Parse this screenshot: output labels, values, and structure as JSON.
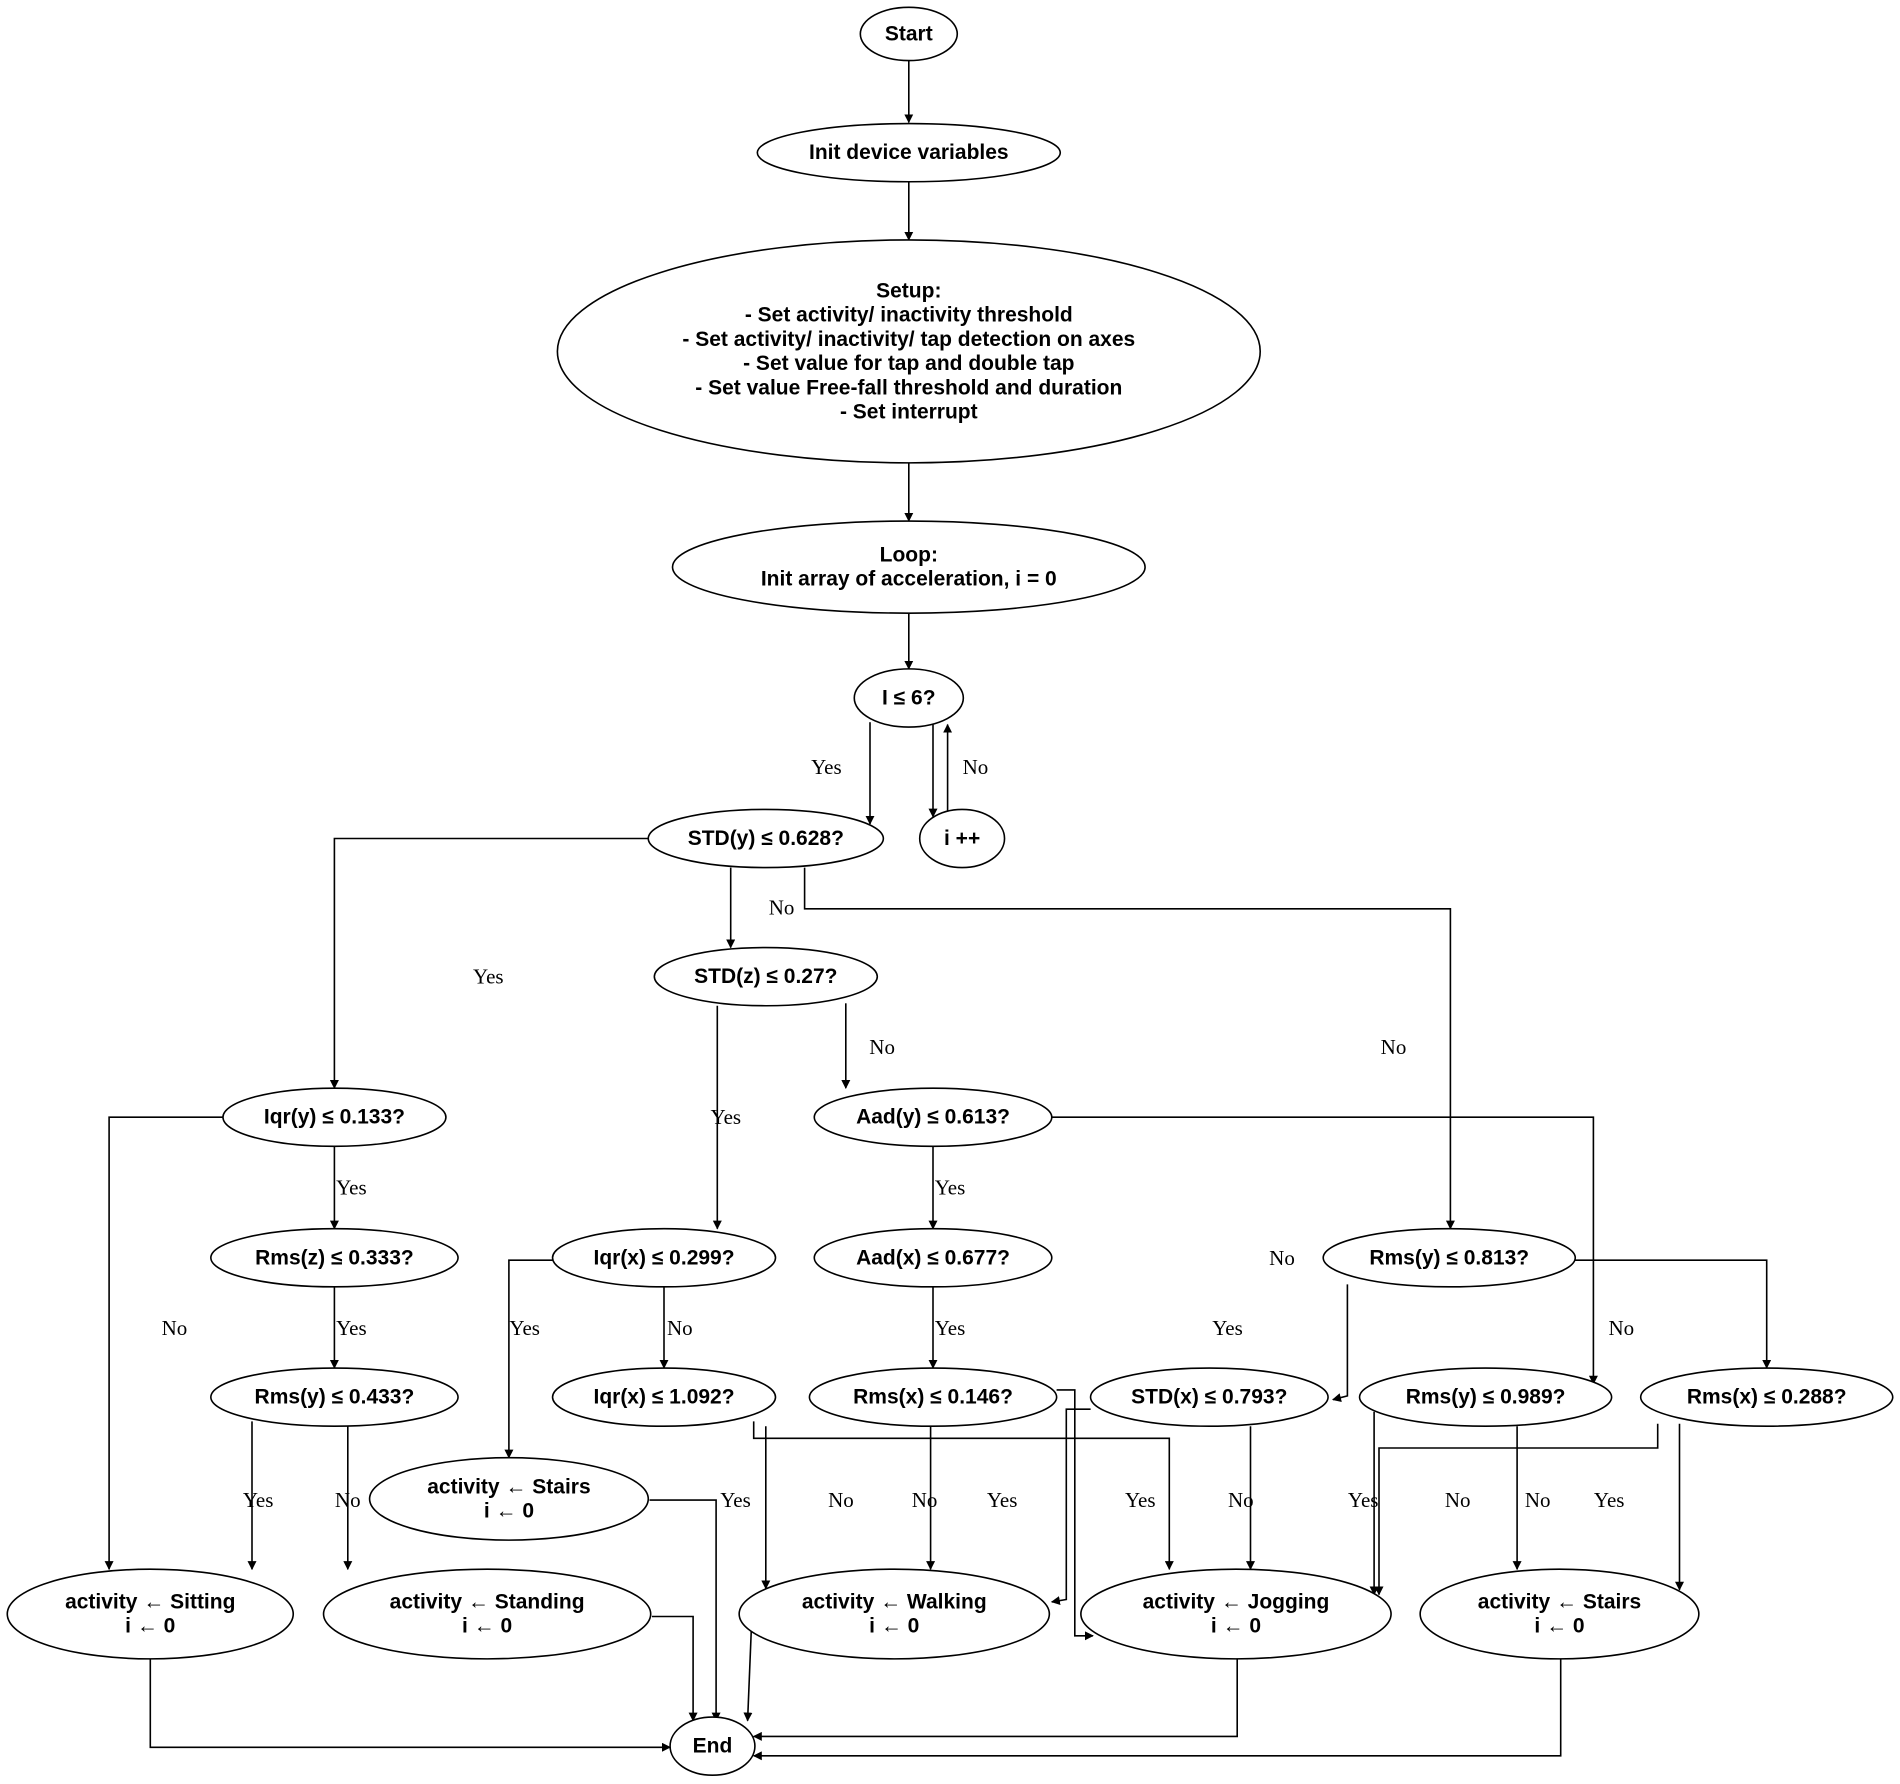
{
  "diagram": {
    "nodes": {
      "start": [
        "Start"
      ],
      "init": [
        "Init device variables"
      ],
      "setup": [
        "Setup:",
        "- Set activity/ inactivity threshold",
        "- Set activity/ inactivity/ tap detection on axes",
        "- Set value for tap and double tap",
        "- Set value Free-fall threshold and duration",
        "- Set interrupt"
      ],
      "loop": [
        "Loop:",
        "Init array of acceleration, i = 0"
      ],
      "cond_i": [
        "I ≤ 6?"
      ],
      "inc_i": [
        "i ++"
      ],
      "std_y": [
        "STD(y) ≤ 0.628?"
      ],
      "std_z": [
        "STD(z) ≤ 0.27?"
      ],
      "iqr_y": [
        "Iqr(y) ≤ 0.133?"
      ],
      "aad_y": [
        "Aad(y) ≤ 0.613?"
      ],
      "rms_z": [
        "Rms(z) ≤ 0.333?"
      ],
      "iqr_x1": [
        "Iqr(x) ≤ 0.299?"
      ],
      "aad_x": [
        "Aad(x) ≤ 0.677?"
      ],
      "rms_y1": [
        "Rms(y) ≤ 0.813?"
      ],
      "rms_y2": [
        "Rms(y) ≤ 0.433?"
      ],
      "iqr_x2": [
        "Iqr(x) ≤ 1.092?"
      ],
      "rms_x1": [
        "Rms(x) ≤ 0.146?"
      ],
      "std_x": [
        "STD(x) ≤ 0.793?"
      ],
      "rms_y3": [
        "Rms(y) ≤ 0.989?"
      ],
      "rms_x2": [
        "Rms(x) ≤ 0.288?"
      ],
      "act_stairs1": [
        "activity ← Stairs",
        "i ← 0"
      ],
      "act_sitting": [
        "activity ← Sitting",
        "i ← 0"
      ],
      "act_standing": [
        "activity ← Standing",
        "i ← 0"
      ],
      "act_walking": [
        "activity ← Walking",
        "i ← 0"
      ],
      "act_jogging": [
        "activity ← Jogging",
        "i ← 0"
      ],
      "act_stairs2": [
        "activity ← Stairs",
        "i ← 0"
      ],
      "end": [
        "End"
      ]
    },
    "edge_labels": {
      "cond_yes": "Yes",
      "cond_no": "No",
      "std_y_yes": "Yes",
      "std_y_no1": "No",
      "std_y_no2": "No",
      "std_z_yes": "Yes",
      "std_z_no": "No",
      "iqr_y_yes": "Yes",
      "iqr_y_no": "No",
      "aad_y_yes": "Yes",
      "rms_z_yes": "Yes",
      "iqr_x1_yes": "Yes",
      "iqr_x1_no": "No",
      "aad_x_yes": "Yes",
      "rms_y1_no1": "No",
      "rms_y1_yes": "Yes",
      "rms_y1_no2": "No",
      "rms_y2_yes": "Yes",
      "rms_y2_no": "No",
      "iqr_x2_yes": "Yes",
      "iqr_x2_no": "No",
      "rms_x1_no": "No",
      "rms_x1_yes": "Yes",
      "std_x_yes": "Yes",
      "std_x_no": "No",
      "rms_y3_yes": "Yes",
      "rms_y3_no1": "No",
      "rms_y3_no2": "No",
      "rms_x2_yes": "Yes"
    }
  }
}
